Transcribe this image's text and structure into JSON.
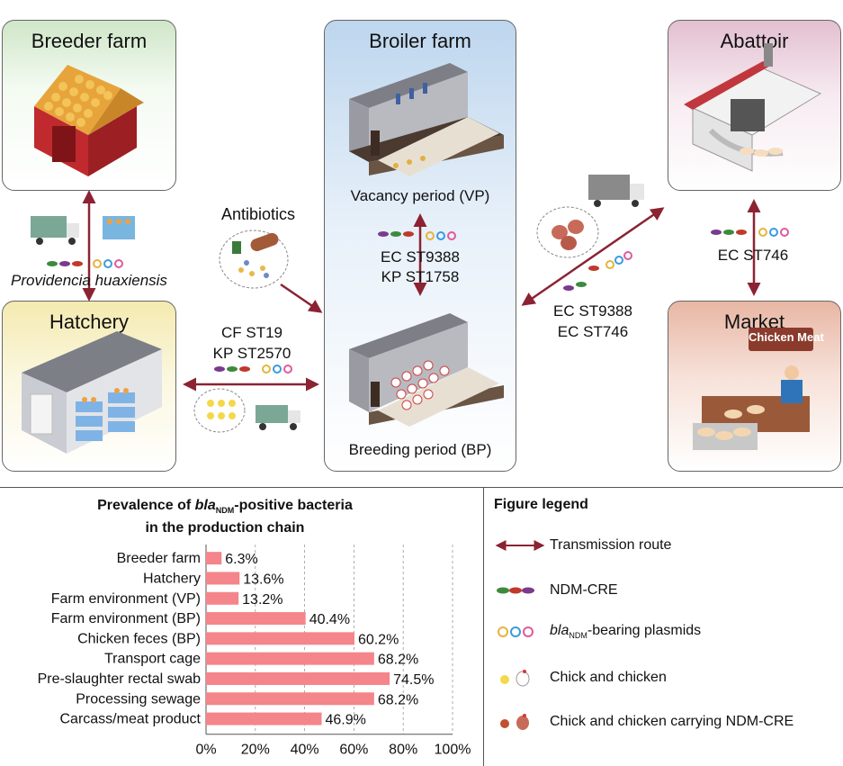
{
  "panels": {
    "breeder": "Breeder farm",
    "broiler": "Broiler farm",
    "abattoir": "Abattoir",
    "hatchery": "Hatchery",
    "market": "Market",
    "market_sign": "Chicken Meat"
  },
  "labels": {
    "providencia": "Providencia huaxiensis",
    "antibiotics": "Antibiotics",
    "vp": "Vacancy period (VP)",
    "bp": "Breeding period (BP)",
    "vp_bp_line1": "EC ST9388",
    "vp_bp_line2": "KP ST1758",
    "hatch_line1": "CF ST19",
    "hatch_line2": "KP ST2570",
    "transport_line1": "EC ST9388",
    "transport_line2": "EC ST746",
    "abattoir_market": "EC ST746"
  },
  "chart_title": {
    "line1_pre": "Prevalence of ",
    "line1_gene": "bla",
    "line1_sub": "NDM",
    "line1_post": "-positive bacteria",
    "line2": "in the production chain"
  },
  "legend": {
    "title": "Figure legend",
    "route": "Transmission route",
    "cre": "NDM-CRE",
    "plasmid_gene": "bla",
    "plasmid_sub": "NDM",
    "plasmid_post": "-bearing plasmids",
    "chick": "Chick and chicken",
    "chick_cre": "Chick and chicken carrying NDM-CRE"
  },
  "colors": {
    "arrow": "#8b2332",
    "bar": "#f4858a",
    "breeder_bg": "#d6ead0",
    "broiler_bg": "#c6dcef",
    "abattoir_bg": "#e8c7d6",
    "hatchery_bg": "#f6efbe",
    "market_bg": "#ecc2b2"
  },
  "chart_data": {
    "type": "bar",
    "orientation": "horizontal",
    "categories": [
      "Breeder farm",
      "Hatchery",
      "Farm environment (VP)",
      "Farm environment (BP)",
      "Chicken feces (BP)",
      "Transport cage",
      "Pre-slaughter rectal swab",
      "Processing sewage",
      "Carcass/meat product"
    ],
    "values": [
      6.3,
      13.6,
      13.2,
      40.4,
      60.2,
      68.2,
      74.5,
      68.2,
      46.9
    ],
    "value_labels": [
      "6.3%",
      "13.6%",
      "13.2%",
      "40.4%",
      "60.2%",
      "68.2%",
      "74.5%",
      "68.2%",
      "46.9%"
    ],
    "xlim": [
      0,
      100
    ],
    "ticks": [
      "0%",
      "20%",
      "40%",
      "60%",
      "80%",
      "100%"
    ],
    "grid": "vertical dashed",
    "bar_color": "#f4858a"
  }
}
